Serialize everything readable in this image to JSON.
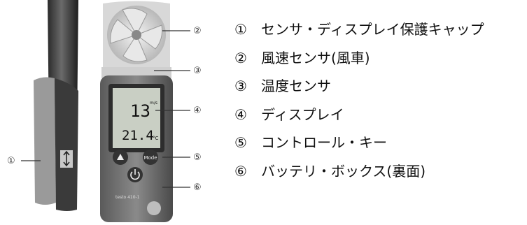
{
  "callouts": [
    "①",
    "②",
    "③",
    "④",
    "⑤",
    "⑥"
  ],
  "display": {
    "speed": "13",
    "speed_unit": "m/s",
    "temp": "21.4",
    "temp_unit": "°C"
  },
  "device": {
    "mode_button": "Mode",
    "model_label": "testo 410-1"
  },
  "legend": [
    {
      "num": "①",
      "text": "センサ・ディスプレイ保護キャップ"
    },
    {
      "num": "②",
      "text": "風速センサ(風車)"
    },
    {
      "num": "③",
      "text": "温度センサ"
    },
    {
      "num": "④",
      "text": "ディスプレイ"
    },
    {
      "num": "⑤",
      "text": "コントロール・キー"
    },
    {
      "num": "⑥",
      "text": "バッテリ・ボックス(裏面)"
    }
  ]
}
